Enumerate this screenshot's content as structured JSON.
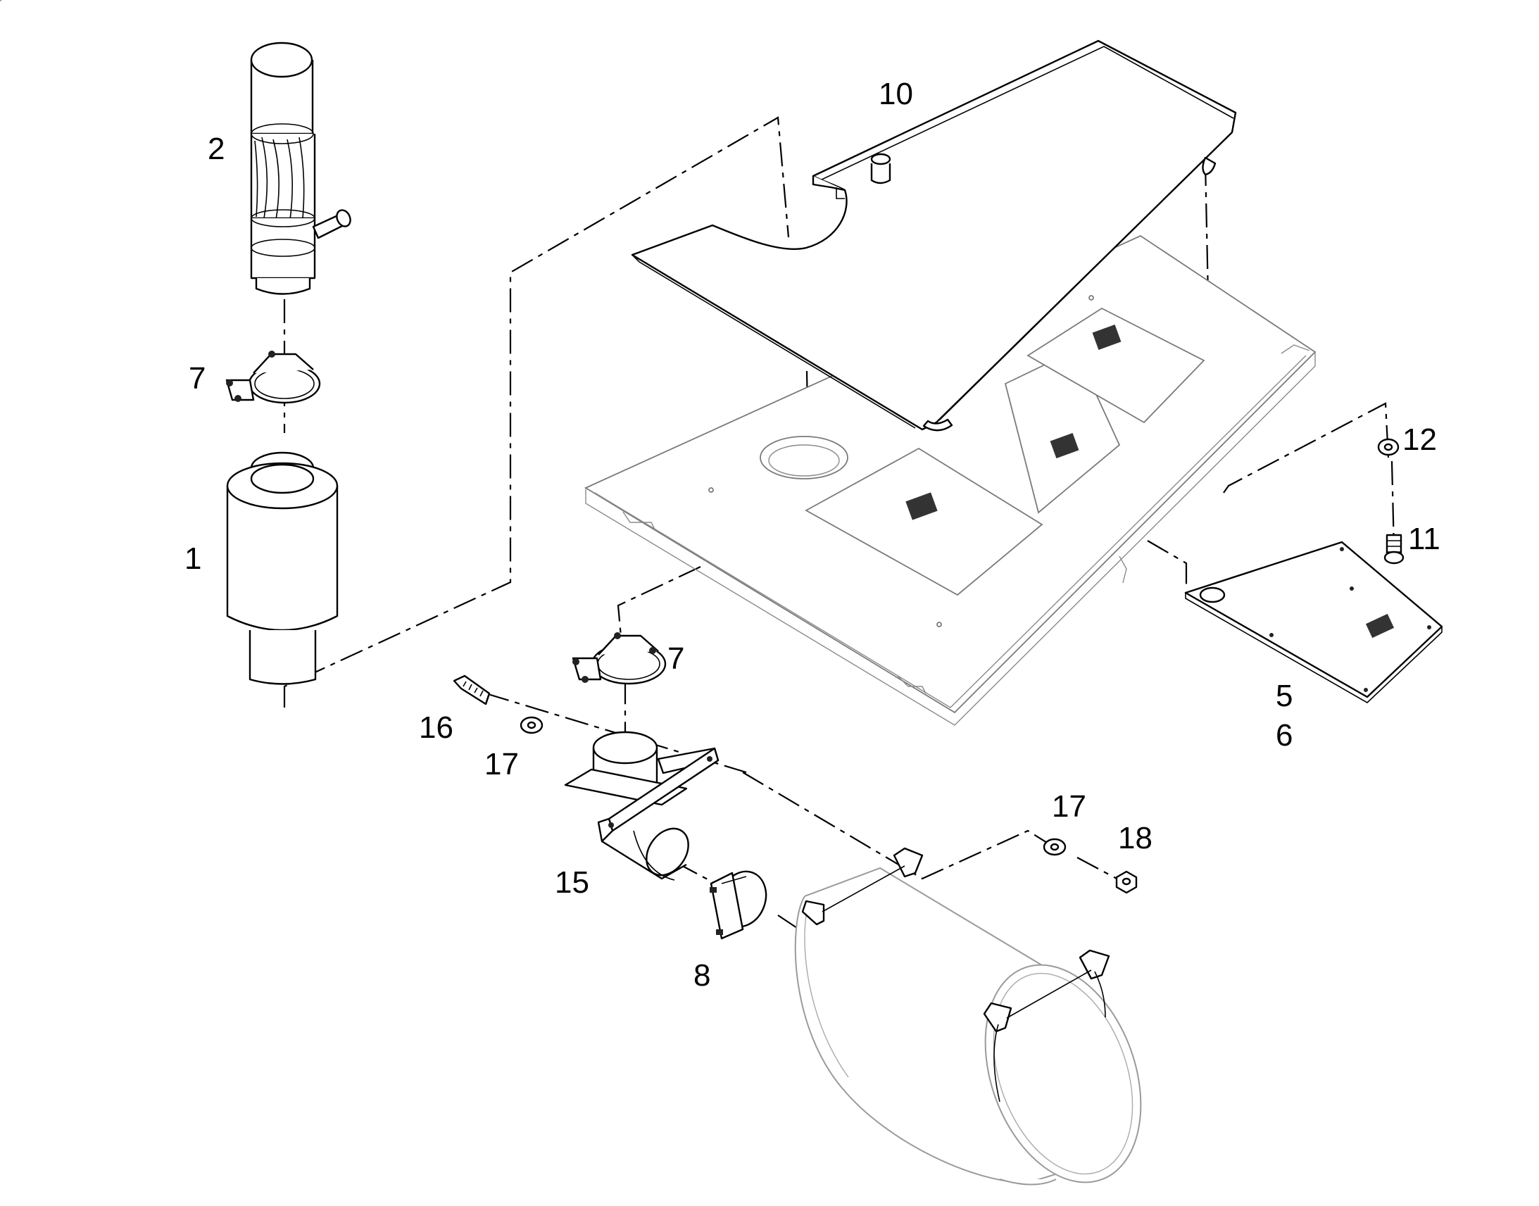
{
  "callouts": {
    "c1": "1",
    "c2": "2",
    "c5": "5",
    "c6": "6",
    "c7a": "7",
    "c7b": "7",
    "c8": "8",
    "c10": "10",
    "c11": "11",
    "c12": "12",
    "c15": "15",
    "c16": "16",
    "c17a": "17",
    "c17b": "17",
    "c18": "18"
  }
}
